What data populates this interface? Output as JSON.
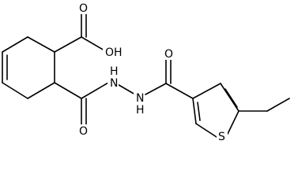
{
  "molecule": {
    "atoms": {
      "oh": "OH",
      "o_acid": "O",
      "nh_left": "H",
      "n_left": "N",
      "n_right": "N",
      "nh_right": "H",
      "o_amide_left": "O",
      "o_amide_right": "O",
      "s_thiophene": "S"
    }
  }
}
